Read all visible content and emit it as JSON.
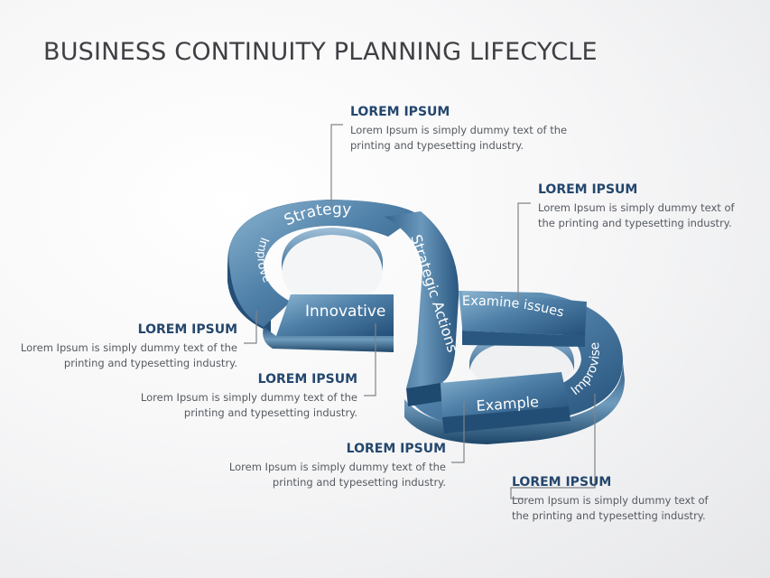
{
  "title": "BUSINESS CONTINUITY PLANNING LIFECYCLE",
  "diagram": {
    "segments": [
      "Strategy",
      "Strategic Actions",
      "Examine issues",
      "Improvise",
      "Example",
      "Innovative",
      "Improve"
    ]
  },
  "callouts": [
    {
      "heading": "LOREM IPSUM",
      "line1": "Lorem Ipsum is simply dummy text of the",
      "line2": "printing and typesetting industry."
    },
    {
      "heading": "LOREM IPSUM",
      "line1": "Lorem Ipsum is simply dummy text of",
      "line2": "the printing and typesetting industry."
    },
    {
      "heading": "LOREM IPSUM",
      "line1": "Lorem Ipsum is simply dummy text of the",
      "line2": "printing and typesetting industry."
    },
    {
      "heading": "LOREM IPSUM",
      "line1": "Lorem Ipsum is simply dummy text of the",
      "line2": "printing and typesetting industry."
    },
    {
      "heading": "LOREM IPSUM",
      "line1": "Lorem Ipsum is simply dummy text of the",
      "line2": "printing and typesetting industry."
    },
    {
      "heading": "LOREM IPSUM",
      "line1": "Lorem Ipsum is simply dummy text of",
      "line2": "the printing and typesetting industry."
    }
  ],
  "colors": {
    "ring_light": "#6f9cbc",
    "ring_dark": "#1e4a70",
    "heading": "#24476d",
    "connector": "#808489"
  }
}
